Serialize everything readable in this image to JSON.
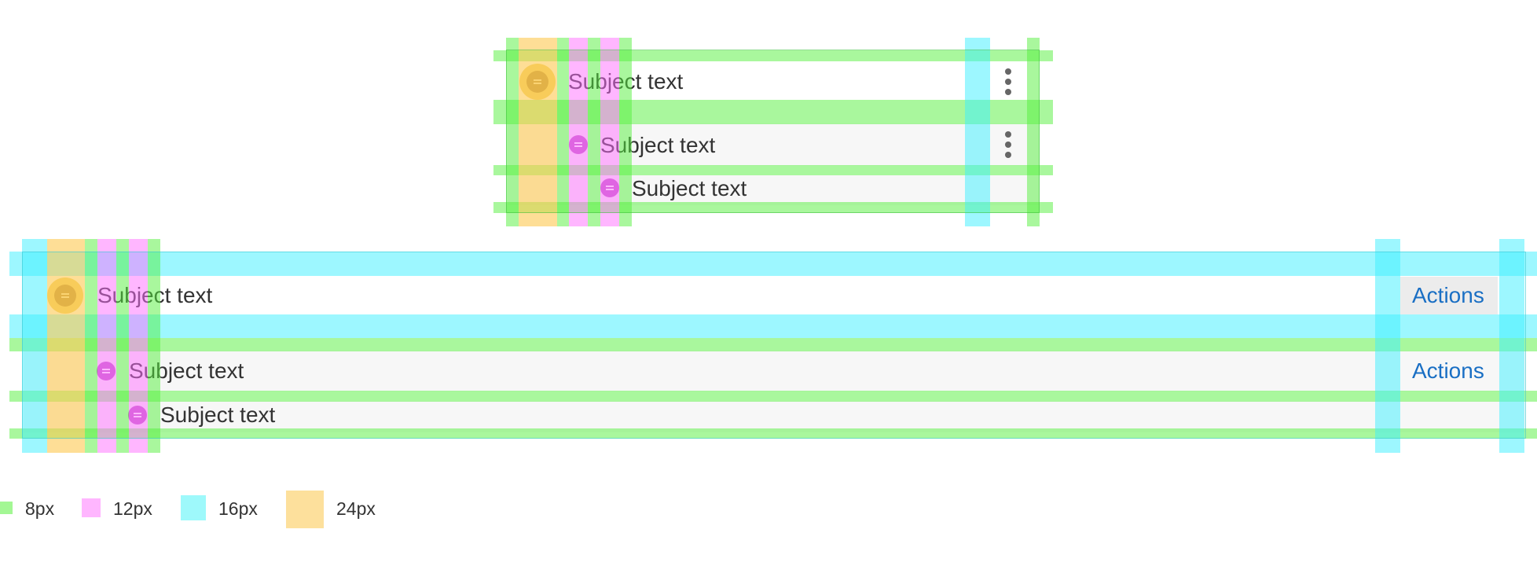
{
  "compact_list": {
    "rows": [
      {
        "subject": "Subject text"
      },
      {
        "subject": "Subject text"
      },
      {
        "subject": "Subject text"
      }
    ]
  },
  "wide_list": {
    "rows": [
      {
        "subject": "Subject text",
        "action": "Actions"
      },
      {
        "subject": "Subject text",
        "action": "Actions"
      },
      {
        "subject": "Subject text"
      }
    ]
  },
  "legend": {
    "items": [
      {
        "label": "8px",
        "color": "#a3f794"
      },
      {
        "label": "12px",
        "color": "#ffb6ff"
      },
      {
        "label": "16px",
        "color": "#9ef9fb"
      },
      {
        "label": "24px",
        "color": "#fde09c"
      }
    ]
  },
  "icons": {
    "avatar": "avatar-equals-icon",
    "more": "kebab-vertical-icon"
  }
}
